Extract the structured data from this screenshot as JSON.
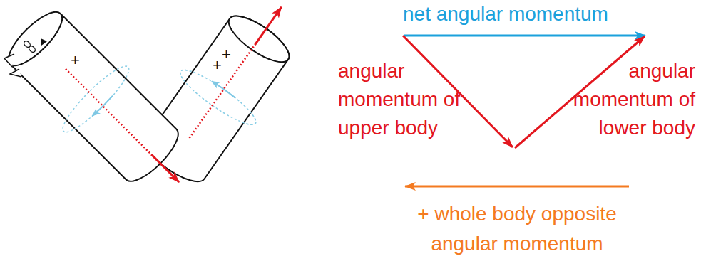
{
  "diagram": {
    "labels": [
      "+",
      "+",
      "+",
      "net angular momentum",
      "angular momentum of upper body",
      "angular momentum of lower body",
      "+ whole body opposite angular momentum"
    ]
  }
}
